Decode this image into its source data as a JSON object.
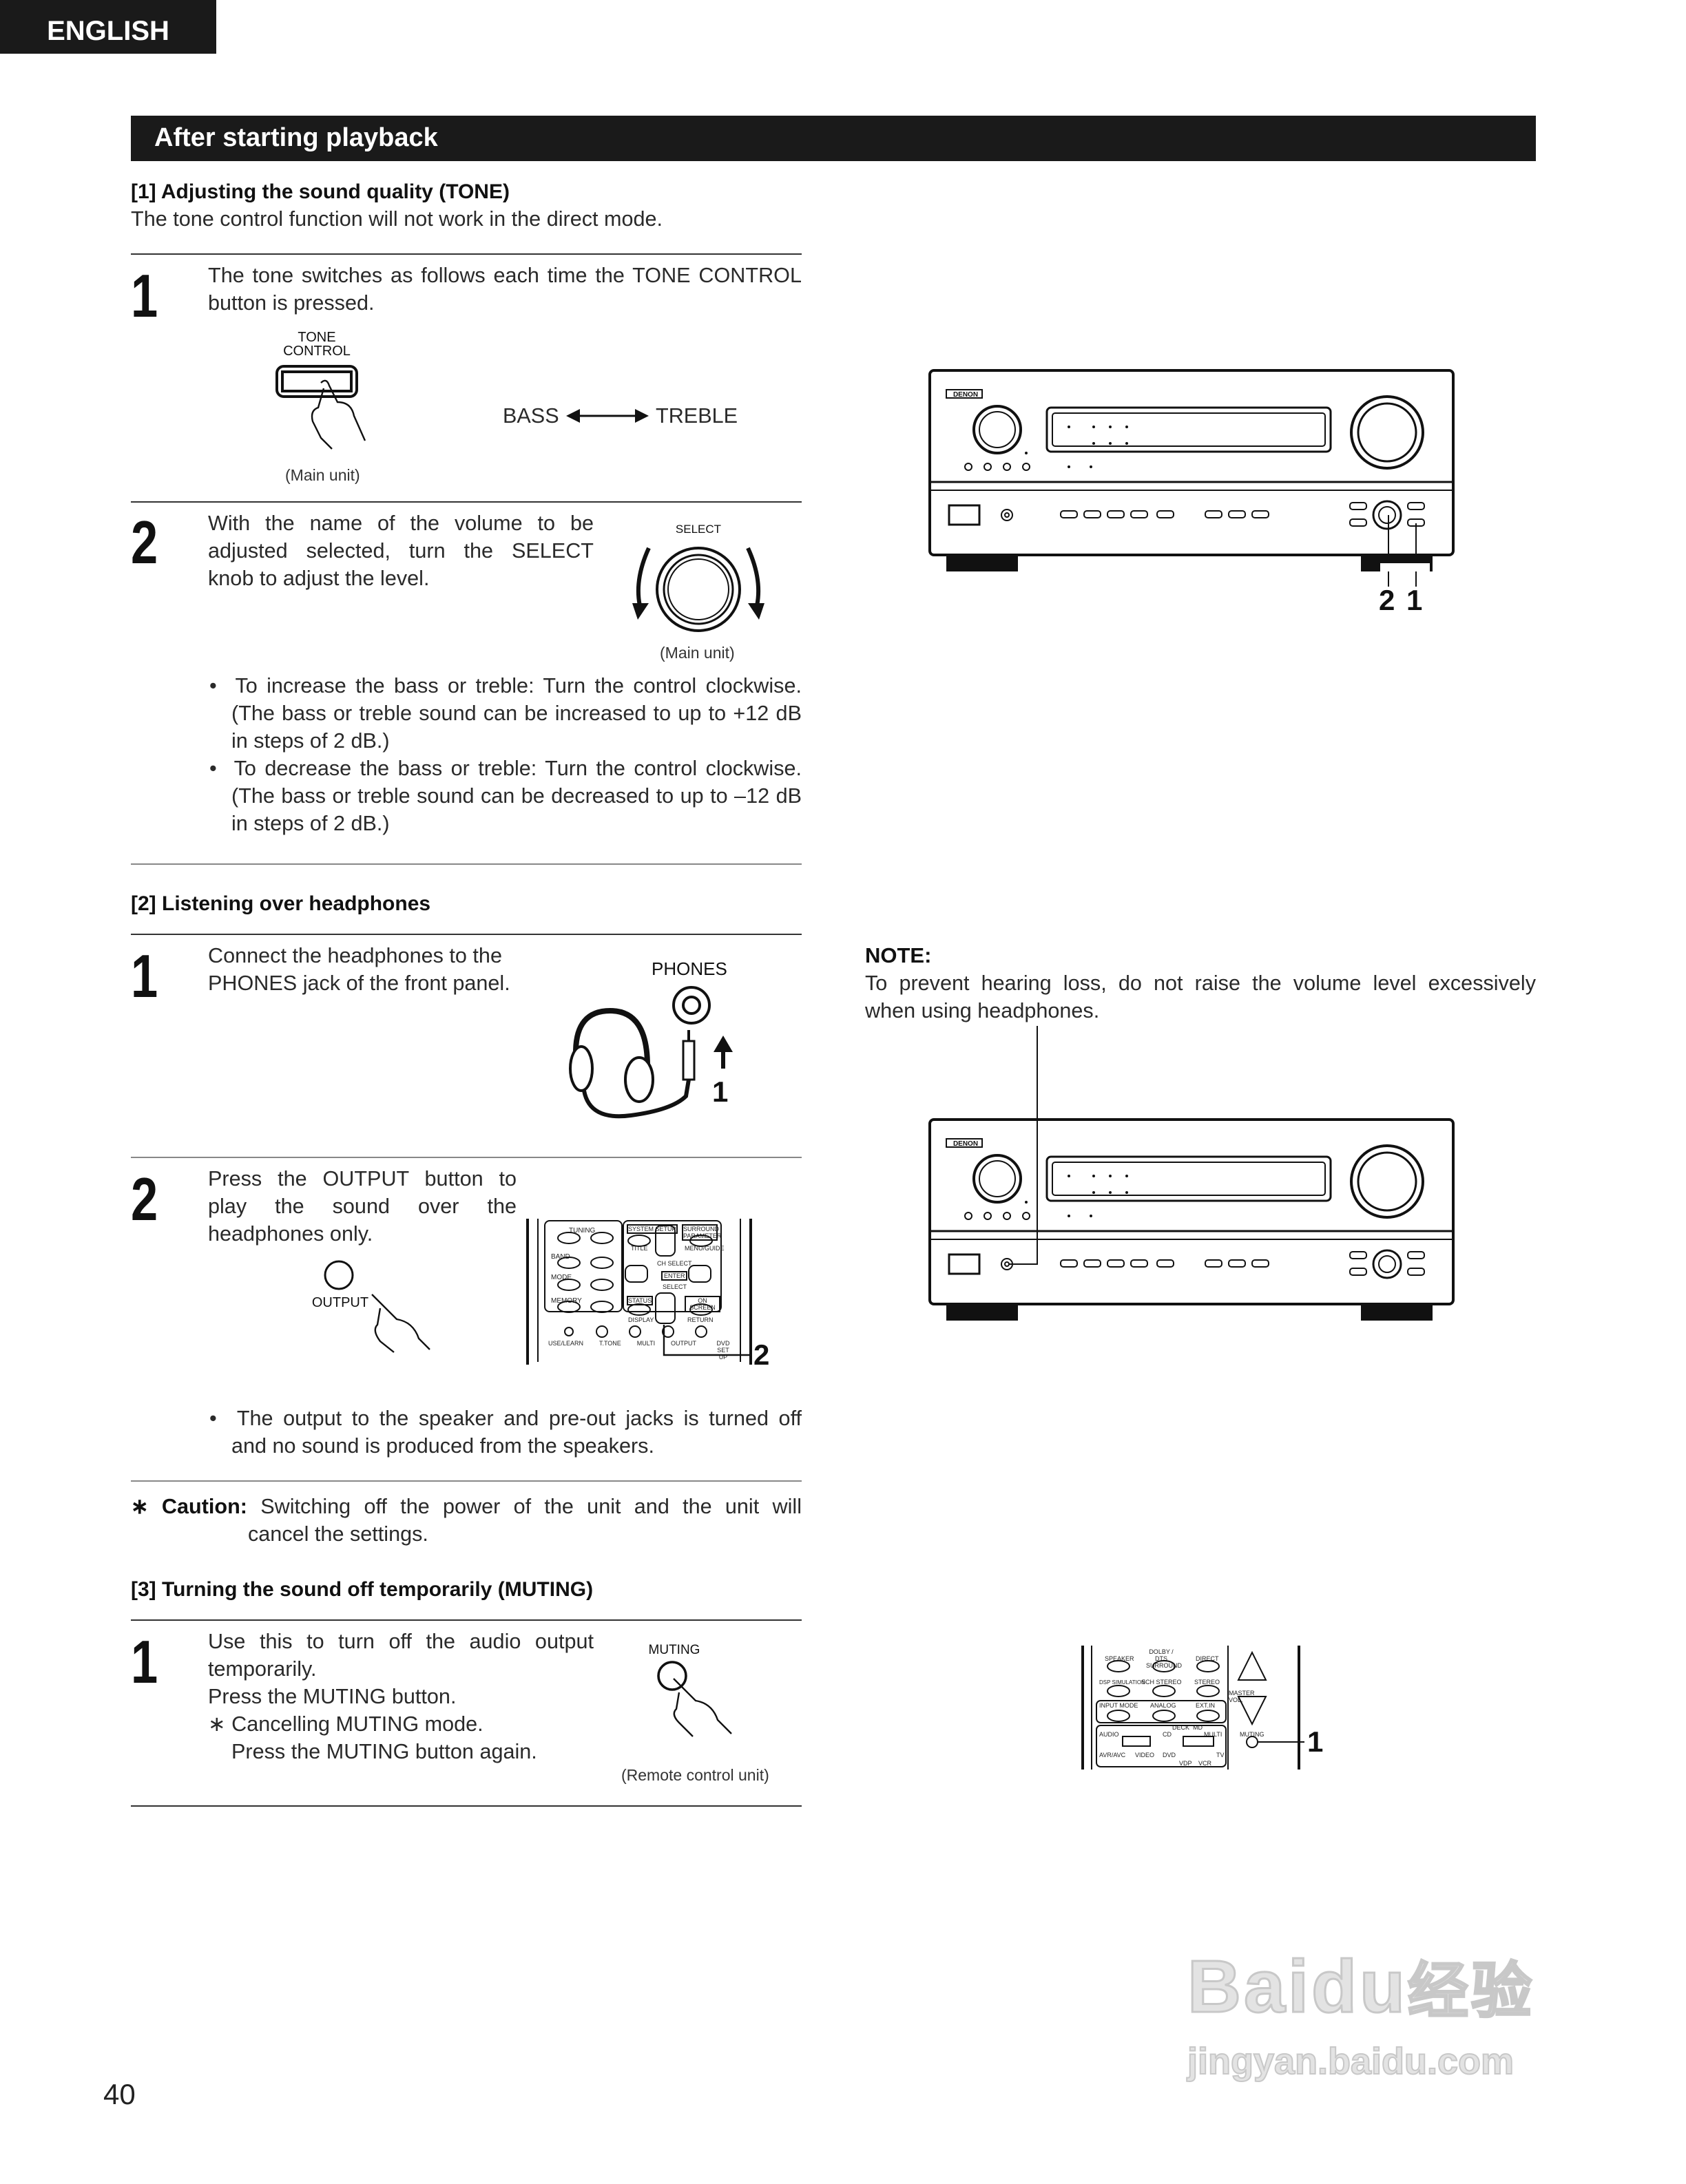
{
  "header": {
    "language": "ENGLISH",
    "section_title": "After starting playback"
  },
  "tone": {
    "heading": "[1] Adjusting the sound quality (TONE)",
    "intro": "The tone control function will not work in the direct mode.",
    "step1": {
      "number": "1",
      "text": [
        "The tone switches as follows each time the TONE CONTROL",
        "button is pressed."
      ],
      "button_label": [
        "TONE",
        "CONTROL"
      ],
      "caption": "(Main unit)",
      "cycle_left": "BASS",
      "cycle_right": "TREBLE"
    },
    "step2": {
      "number": "2",
      "text": [
        "With the name of the volume to be",
        "adjusted selected, turn the SELECT",
        "knob to adjust the level."
      ],
      "knob_label": "SELECT",
      "caption": "(Main unit)"
    },
    "bullets": [
      {
        "line1": "To increase the bass or treble: Turn the control clockwise.",
        "line2": "(The bass or treble sound can be increased to up to +12 dB",
        "line3": "in steps of 2 dB.)"
      },
      {
        "line1": "To decrease the bass or treble: Turn the control clockwise.",
        "line2": "(The bass or treble sound can be decreased to up to –12 dB",
        "line3": "in steps of 2 dB.)"
      }
    ]
  },
  "headphones": {
    "heading": "[2] Listening over headphones",
    "step1": {
      "number": "1",
      "text": [
        "Connect the headphones to the",
        "PHONES jack of the front panel."
      ],
      "jack_label": "PHONES",
      "callout": "1"
    },
    "step2": {
      "number": "2",
      "text": [
        "Press the OUTPUT button to",
        "play the sound over the",
        "headphones only."
      ],
      "button_label": "OUTPUT",
      "callout": "2",
      "remote_labels": {
        "tuning": "TUNING",
        "band": "BAND",
        "mode": "MODE",
        "memory": "MEMORY",
        "system_setup": "SYSTEM SETUP",
        "title": "TITLE",
        "surround_parameter": "SURROUND PARAMETER",
        "menu_guide": "MENU/GUIDE",
        "ch_select": "CH SELECT",
        "enter": "ENTER",
        "select": "SELECT",
        "status": "STATUS",
        "display": "DISPLAY",
        "on_screen": "ON SCREEN",
        "return": "RETURN",
        "use_learn": "USE/LEARN",
        "t_tone": "T.TONE",
        "multi": "MULTI",
        "output": "OUTPUT",
        "dvd_setup": "DVD SET UP"
      }
    },
    "bullet": [
      "The output to the speaker and pre-out jacks is turned off",
      "and no sound is produced from the speakers."
    ],
    "caution_label": "∗ Caution:",
    "caution_text": [
      "Switching off the power of the unit and the unit will",
      "cancel the settings."
    ]
  },
  "muting": {
    "heading": "[3] Turning the sound off temporarily (MUTING)",
    "step1": {
      "number": "1",
      "text": [
        "Use this to turn off the audio output",
        "temporarily.",
        "Press the MUTING button."
      ],
      "sub": [
        "∗ Cancelling MUTING mode.",
        "Press the MUTING button again."
      ],
      "button_label": "MUTING",
      "caption": "(Remote control unit)"
    }
  },
  "right": {
    "receiver_brand": "DENON",
    "receiver1_callouts": [
      "2",
      "1"
    ],
    "note_heading": "NOTE:",
    "note_text": [
      "To prevent hearing loss, do not raise the volume level excessively",
      "when using headphones."
    ],
    "remote2_callout": "1",
    "remote2_labels": {
      "speaker": "SPEAKER",
      "dolby": "DOLBY / DTS SURROUND",
      "direct": "DIRECT",
      "dsp": "DSP SIMULATION",
      "5ch": "5CH STEREO",
      "stereo": "STEREO",
      "master_vol": "MASTER VOL.",
      "input_mode": "INPUT MODE",
      "analog": "ANALOG",
      "ext_in": "EXT.IN",
      "audio": "AUDIO",
      "cd": "CD",
      "deck": "DECK",
      "md": "MD",
      "multi": "MULTI",
      "muting": "MUTING",
      "avr": "AVR/AVC",
      "video": "VIDEO",
      "dvd": "DVD",
      "vdp": "VDP",
      "vcr": "VCR",
      "tv": "TV"
    }
  },
  "footer": {
    "page_number": "40",
    "watermark": [
      "Baidu",
      "经验",
      "jingyan.baidu.com"
    ]
  }
}
